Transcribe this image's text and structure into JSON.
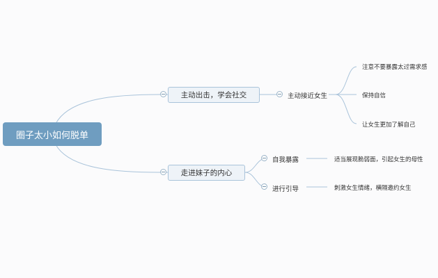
{
  "root": {
    "label": "圈子太小如何脱单"
  },
  "branches": [
    {
      "label": "主动出击，学会社交",
      "children": [
        {
          "label": "主动接近女生",
          "children": [
            {
              "label": "注意不要暴露太过需求感"
            },
            {
              "label": "保持自信"
            },
            {
              "label": "让女生更加了解自己"
            }
          ]
        }
      ]
    },
    {
      "label": "走进妹子的内心",
      "children": [
        {
          "label": "自我暴露",
          "children": [
            {
              "label": "适当展现脆弱面，引起女生的母性"
            }
          ]
        },
        {
          "label": "进行引导",
          "children": [
            {
              "label": "刺激女生情绪，横隔邀约女生"
            }
          ]
        }
      ]
    }
  ],
  "colors": {
    "root_bg": "#6f9dc0",
    "node_bg": "#eef3f8",
    "node_border": "#a9c3da",
    "line": "#a9c3da"
  }
}
